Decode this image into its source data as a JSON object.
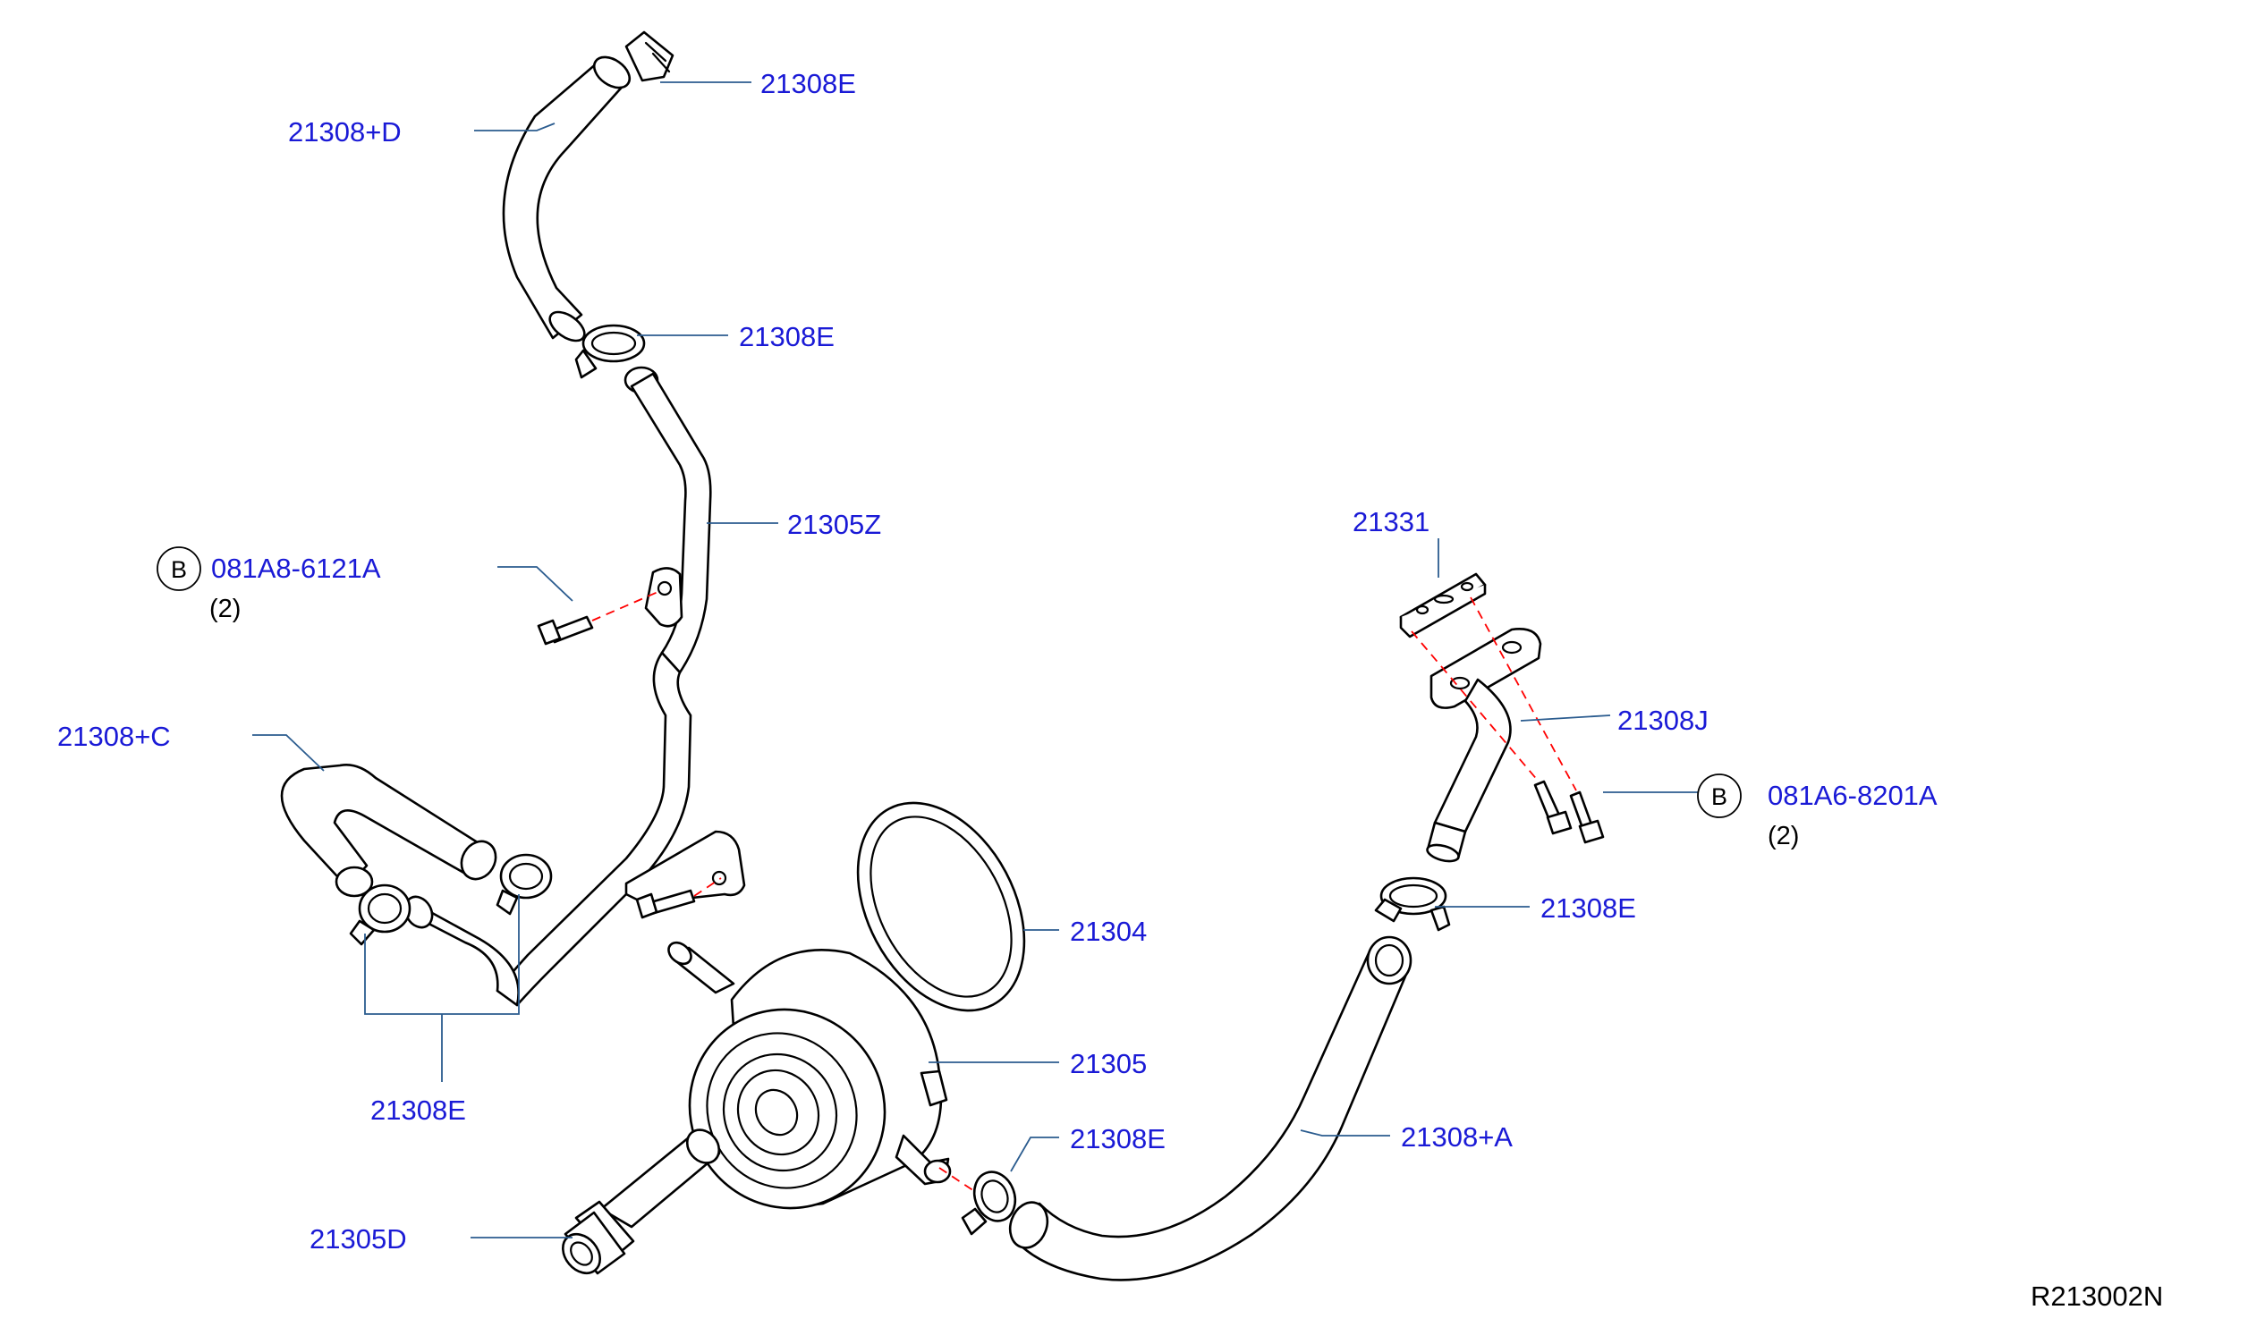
{
  "diagram": {
    "reference_code": "R213002N",
    "labels": {
      "hose_d": "21308+D",
      "clamp_top": "21308E",
      "clamp_upper": "21308E",
      "tube_z": "21305Z",
      "bolt_b_left": "081A8-6121A",
      "bolt_b_left_qty": "(2)",
      "hose_c": "21308+C",
      "clamps_left": "21308E",
      "gasket": "21331",
      "tube_j": "21308J",
      "bolt_b_right": "081A6-8201A",
      "bolt_b_right_qty": "(2)",
      "clamp_right": "21308E",
      "seal_ring": "21304",
      "oil_cooler": "21305",
      "clamp_lower": "21308E",
      "hose_a": "21308+A",
      "connector_d": "21305D"
    },
    "callout_marker": "B"
  }
}
